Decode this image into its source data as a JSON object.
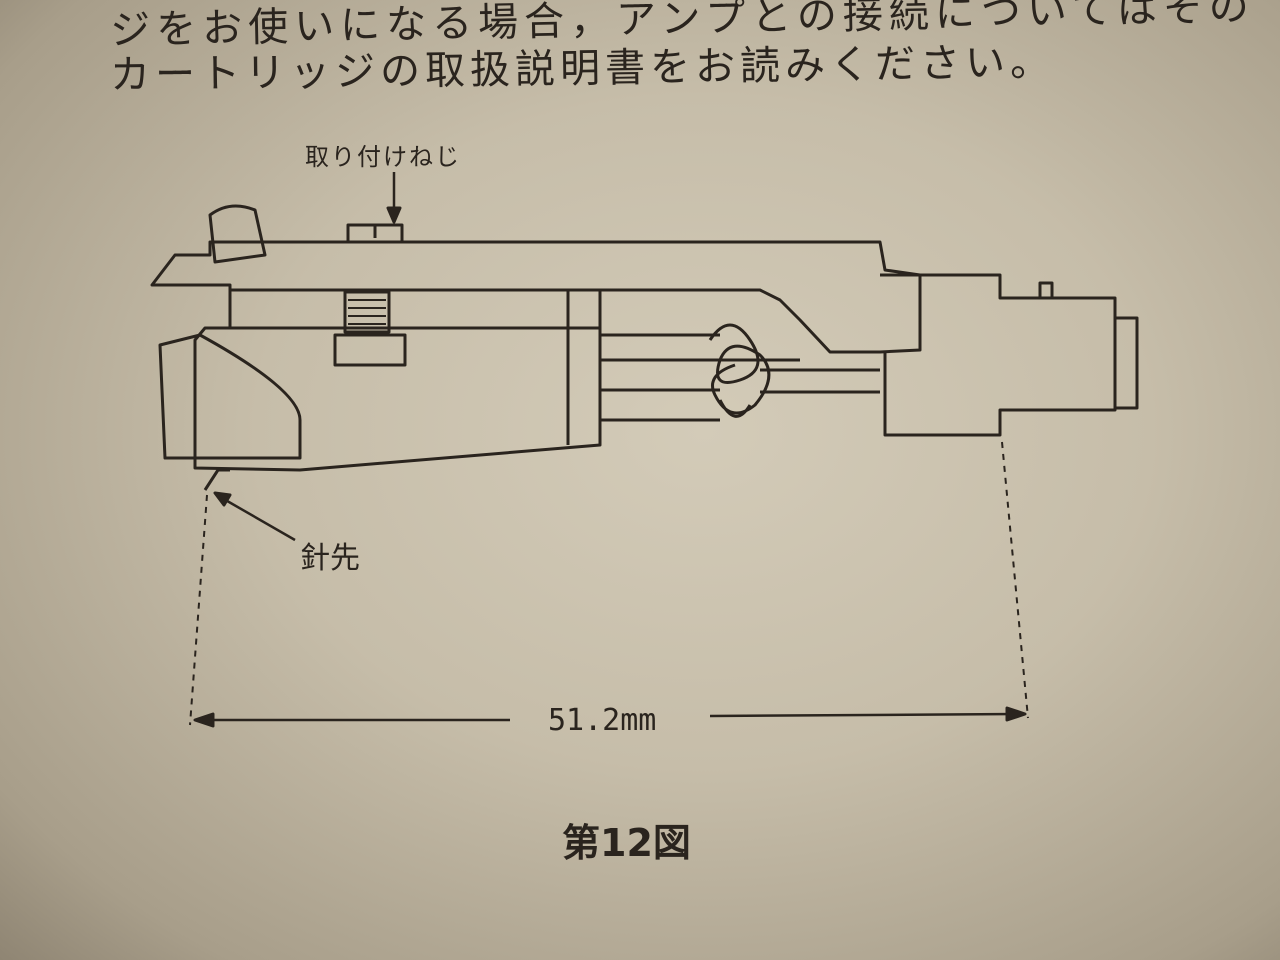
{
  "document": {
    "text_lines": [
      "ジをお使いになる場合，アンプとの接続についてはその",
      "カートリッジの取扱説明書をお読みください。"
    ]
  },
  "diagram": {
    "labels": {
      "mounting_screw": "取り付けねじ",
      "stylus_tip": "針先",
      "dimension": "51.2mm"
    },
    "caption": "第12図"
  },
  "colors": {
    "paper": "#c9c0ad",
    "ink": "#2a241e"
  }
}
